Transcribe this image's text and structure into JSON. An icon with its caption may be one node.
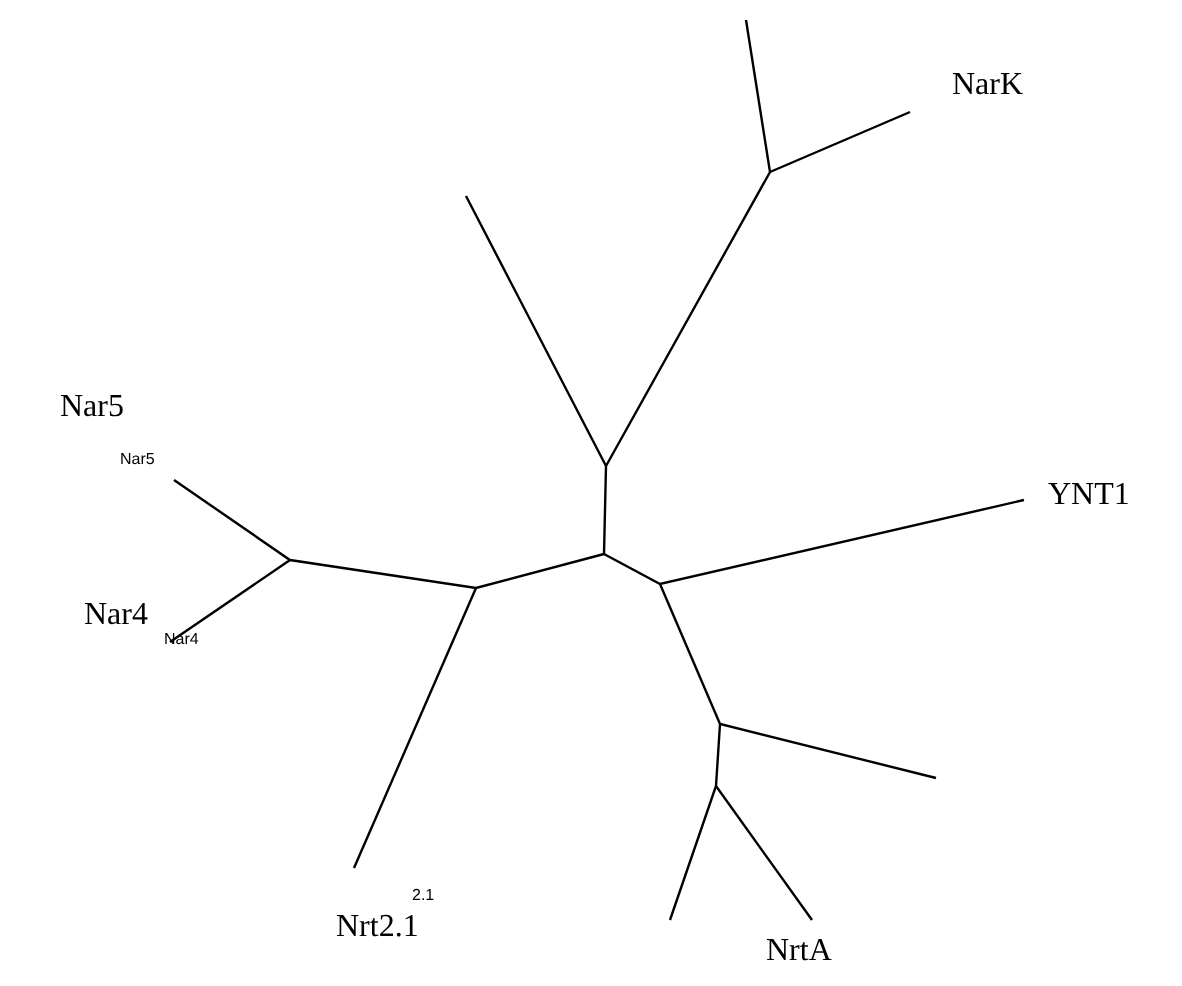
{
  "diagram": {
    "labels": [
      "NarK",
      "Nar5",
      "Nar5",
      "YNT1",
      "Nar4",
      "Nar4",
      "Nrt2.1",
      "2.1",
      "NrtA"
    ]
  }
}
